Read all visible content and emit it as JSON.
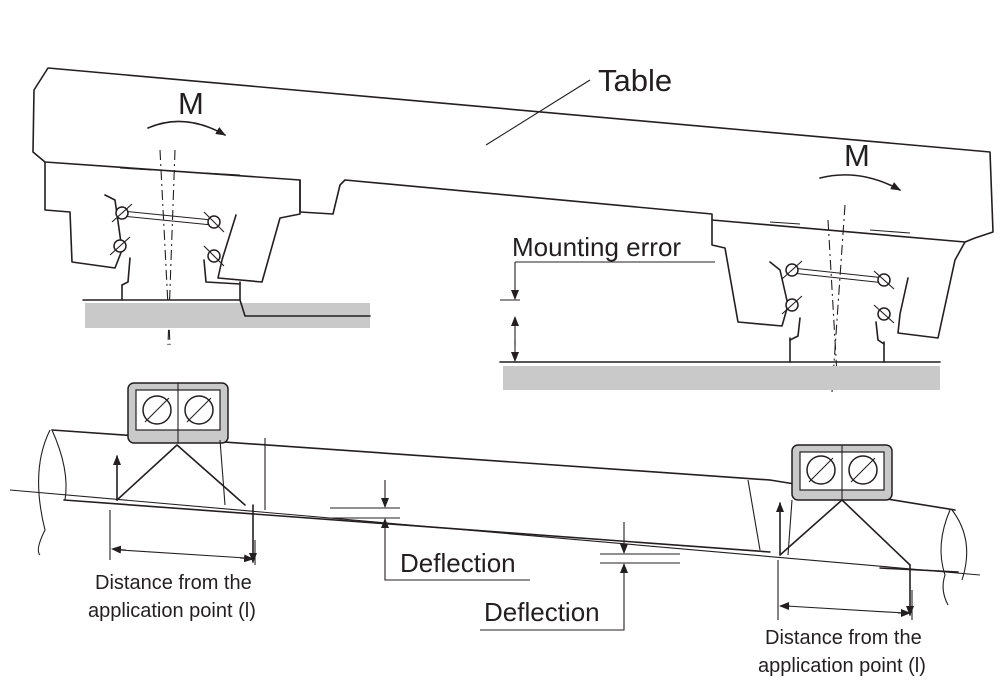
{
  "labels": {
    "table": "Table",
    "moment_left": "M",
    "moment_right": "M",
    "mounting_error": "Mounting error",
    "deflection_1": "Deflection",
    "deflection_2": "Deflection",
    "distance_left_line1": "Distance from the",
    "distance_left_line2": "application point (l)",
    "distance_right_line1": "Distance from the",
    "distance_right_line2": "application point (l)"
  },
  "colors": {
    "line": "#231f20",
    "base": "#c9c9c9",
    "housing": "#c9c9c9"
  }
}
